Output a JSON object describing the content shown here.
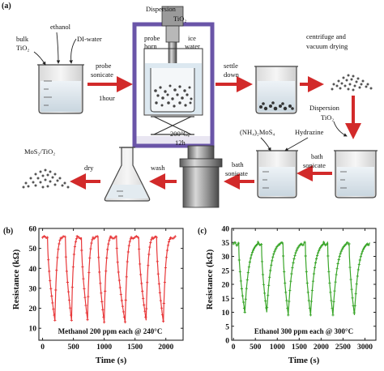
{
  "colors": {
    "arrow_red": "#d22a2a",
    "panel_b_trace": "#e8383a",
    "panel_c_trace": "#3aa62a",
    "chamber_frame": "#6a55a8",
    "probe_gray": "#8c8c8c"
  },
  "panel_a": {
    "label": "(a)",
    "texts": {
      "bulk_tio2_l1": "bulk",
      "bulk_tio2_l2": "TiO₂",
      "ethanol": "ethanol",
      "di_water": "DI-water",
      "probe_sonicate_l1": "probe",
      "probe_sonicate_l2": "sonicate",
      "one_hour": "1hour",
      "dispersion_l1": "Dispersion",
      "dispersion_l2": "TiO₂",
      "probe_horn_l1": "probe",
      "probe_horn_l2": "horn",
      "ice_water_l1": "ice",
      "ice_water_l2": "water",
      "settle_down_l1": "settle",
      "settle_down_l2": "down",
      "centrifuge_l1": "centrifuge and",
      "centrifuge_l2": "vacuum drying",
      "dispersion2_l1": "Dispersion",
      "dispersion2_l2": "TiO₂",
      "temp": "200°C,",
      "time": "12h",
      "nh4_mos4": "(NH₄)₂MoS₄",
      "hydrazine": "Hydrazine",
      "bath_sonicate_mid_l1": "bath",
      "bath_sonicate_mid_l2": "sonicate",
      "bath_sonicate_right_l1": "bath",
      "bath_sonicate_right_l2": "sonicate",
      "wash": "wash",
      "dry": "dry",
      "product": "MoS₂/TiO₂"
    }
  },
  "chart_data": [
    {
      "type": "line",
      "panel_label": "(b)",
      "xlabel": "Time (s)",
      "ylabel": "Resistance (kΩ)",
      "annotation": "Methanol 200 ppm each @ 240°C",
      "xlim": [
        -60,
        2280
      ],
      "ylim": [
        4,
        60
      ],
      "xticks": [
        0,
        500,
        1000,
        1500,
        2000
      ],
      "yticks": [
        10,
        20,
        30,
        40,
        50,
        60
      ],
      "color": "#e8383a",
      "baseline": 55.5,
      "cycles": [
        {
          "drop_start": 80,
          "min_at": 200,
          "min": 14,
          "recover_end": 300
        },
        {
          "drop_start": 370,
          "min_at": 470,
          "min": 14,
          "recover_end": 560
        },
        {
          "drop_start": 630,
          "min_at": 730,
          "min": 14,
          "recover_end": 820
        },
        {
          "drop_start": 900,
          "min_at": 1000,
          "min": 13,
          "recover_end": 1100
        },
        {
          "drop_start": 1200,
          "min_at": 1340,
          "min": 13,
          "recover_end": 1440
        },
        {
          "drop_start": 1560,
          "min_at": 1680,
          "min": 14,
          "recover_end": 1780
        },
        {
          "drop_start": 1850,
          "min_at": 1960,
          "min": 13,
          "recover_end": 2080
        }
      ],
      "x_end": 2160
    },
    {
      "type": "line",
      "panel_label": "(c)",
      "xlabel": "Time (s)",
      "ylabel": "Resistance (kΩ)",
      "annotation": "Ethanol 300 ppm each @ 300°C",
      "xlim": [
        -40,
        3250
      ],
      "ylim": [
        0,
        40
      ],
      "xticks": [
        0,
        500,
        1000,
        1500,
        2000,
        2500,
        3000
      ],
      "yticks": [
        0,
        5,
        10,
        15,
        20,
        25,
        30,
        35,
        40
      ],
      "color": "#3aa62a",
      "baseline": 34.5,
      "cycles": [
        {
          "drop_start": 120,
          "min_at": 260,
          "min": 10,
          "recover_end": 560
        },
        {
          "drop_start": 640,
          "min_at": 760,
          "min": 10,
          "recover_end": 1060
        },
        {
          "drop_start": 1130,
          "min_at": 1250,
          "min": 9,
          "recover_end": 1550
        },
        {
          "drop_start": 1640,
          "min_at": 1760,
          "min": 9,
          "recover_end": 2060
        },
        {
          "drop_start": 2150,
          "min_at": 2270,
          "min": 9,
          "recover_end": 2580
        },
        {
          "drop_start": 2640,
          "min_at": 2760,
          "min": 9,
          "recover_end": 3060
        }
      ],
      "x_end": 3120
    }
  ]
}
